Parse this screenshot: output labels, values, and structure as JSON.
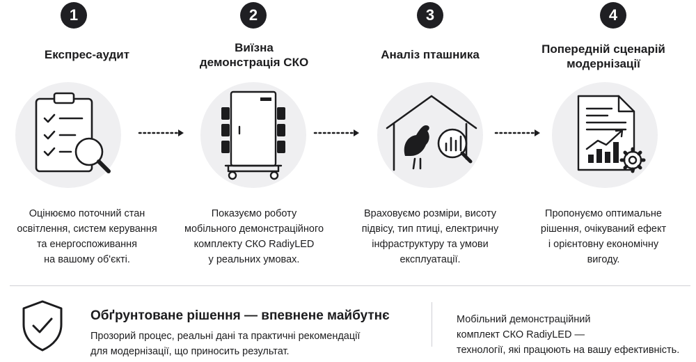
{
  "steps": [
    {
      "number": "1",
      "title_lines": [
        "Експрес-аудит"
      ],
      "icon": "clipboard-magnifier-icon",
      "description_lines": [
        "Оцінюємо поточний стан",
        "освітлення, систем керування",
        "та енергоспоживання",
        "на вашому об'єкті."
      ]
    },
    {
      "number": "2",
      "title_lines": [
        "Виїзна",
        "демонстрація СКО"
      ],
      "icon": "mobile-cabinet-icon",
      "description_lines": [
        "Показуємо роботу",
        "мобільного демонстраційного",
        "комплекту СКО RadiyLED",
        "у реальних умовах."
      ]
    },
    {
      "number": "3",
      "title_lines": [
        "Аналіз пташника"
      ],
      "icon": "poultry-house-analysis-icon",
      "description_lines": [
        "Враховуємо розміри, висоту",
        "підвісу, тип птиці, електричну",
        "інфраструктуру та умови",
        "експлуатації."
      ]
    },
    {
      "number": "4",
      "title_lines": [
        "Попередній сценарій",
        "модернізації"
      ],
      "icon": "report-growth-gear-icon",
      "description_lines": [
        "Пропонуємо оптимальне",
        "рішення, очікуваний ефект",
        "і орієнтовну економічну",
        "вигоду."
      ]
    }
  ],
  "footer": {
    "icon": "shield-check-icon",
    "title": "Обґрунтоване рішення — впевнене майбутнє",
    "text_lines": [
      "Прозорий процес, реальні дані та практичні рекомендації",
      "для модернізації, що приносить результат."
    ],
    "side_lines": [
      "Мобільний демонстраційний",
      "комплект СКО RadiyLED —",
      "технології, які працюють на вашу ефективність."
    ]
  },
  "colors": {
    "text": "#1c1c1e",
    "badge": "#1f1f23",
    "circle": "#efeff1",
    "divider": "#cfcfd4"
  }
}
